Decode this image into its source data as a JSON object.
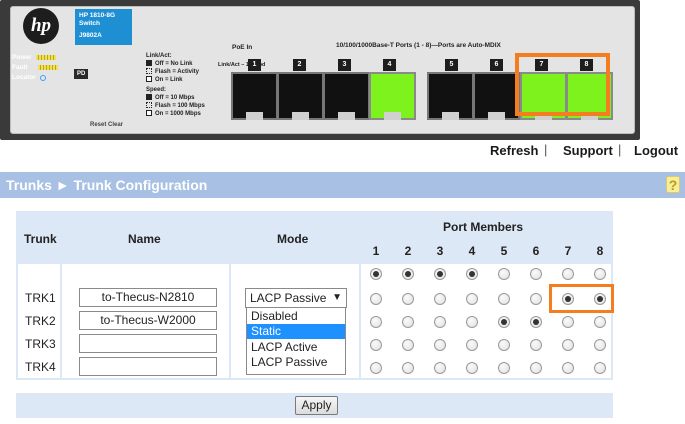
{
  "panel": {
    "logo": "hp",
    "model_line1": "HP 1810-8G",
    "model_line2": "Switch",
    "model_sku": "J9802A",
    "leds": [
      "Power",
      "Fault",
      "Locator"
    ],
    "pd": "PD",
    "legend_linkact_title": "Link/Act:",
    "legend_linkact": [
      "Off = No Link",
      "Flash = Activity",
      "On = Link"
    ],
    "legend_speed_title": "Speed:",
    "legend_speed": [
      "Off = 10 Mbps",
      "Flash = 100 Mbps",
      "On = 1000 Mbps"
    ],
    "reset_label": "Reset  Clear",
    "poe_label": "PoE In",
    "linkact_spd": "Link/Act – 1 – Spd",
    "ports_title": "10/100/1000Base-T Ports (1 - 8)—Ports are Auto-MDIX",
    "ports": [
      {
        "num": "1",
        "link": false
      },
      {
        "num": "2",
        "link": false
      },
      {
        "num": "3",
        "link": false
      },
      {
        "num": "4",
        "link": true
      },
      {
        "num": "5",
        "link": false
      },
      {
        "num": "6",
        "link": false
      },
      {
        "num": "7",
        "link": true
      },
      {
        "num": "8",
        "link": true
      }
    ],
    "highlight_color": "#f47d20"
  },
  "links": {
    "refresh": "Refresh",
    "support": "Support",
    "logout": "Logout",
    "sep": "|"
  },
  "breadcrumb": {
    "text": "Trunks ► Trunk Configuration",
    "help_icon": "?"
  },
  "table": {
    "headers": {
      "trunk": "Trunk",
      "name": "Name",
      "mode": "Mode",
      "port_members": "Port Members"
    },
    "port_numbers": [
      "1",
      "2",
      "3",
      "4",
      "5",
      "6",
      "7",
      "8"
    ],
    "select_all_row": [
      true,
      true,
      true,
      true,
      false,
      false,
      false,
      false
    ],
    "rows": [
      {
        "trunk": "TRK1",
        "name": "to-Thecus-N2810",
        "mode": "LACP Passive",
        "members": [
          false,
          false,
          false,
          false,
          false,
          false,
          true,
          true
        ]
      },
      {
        "trunk": "TRK2",
        "name": "to-Thecus-W2000",
        "mode": "",
        "members": [
          false,
          false,
          false,
          false,
          true,
          true,
          false,
          false
        ]
      },
      {
        "trunk": "TRK3",
        "name": "",
        "mode": "",
        "members": [
          false,
          false,
          false,
          false,
          false,
          false,
          false,
          false
        ]
      },
      {
        "trunk": "TRK4",
        "name": "",
        "mode": "",
        "members": [
          false,
          false,
          false,
          false,
          false,
          false,
          false,
          false
        ]
      }
    ],
    "mode_options": [
      "Disabled",
      "Static",
      "LACP Active",
      "LACP Passive"
    ],
    "mode_highlighted": "Static",
    "caret": "▼"
  },
  "apply_label": "Apply",
  "accent_color": "#f47d20",
  "header_bar_color": "#a7c0e3"
}
